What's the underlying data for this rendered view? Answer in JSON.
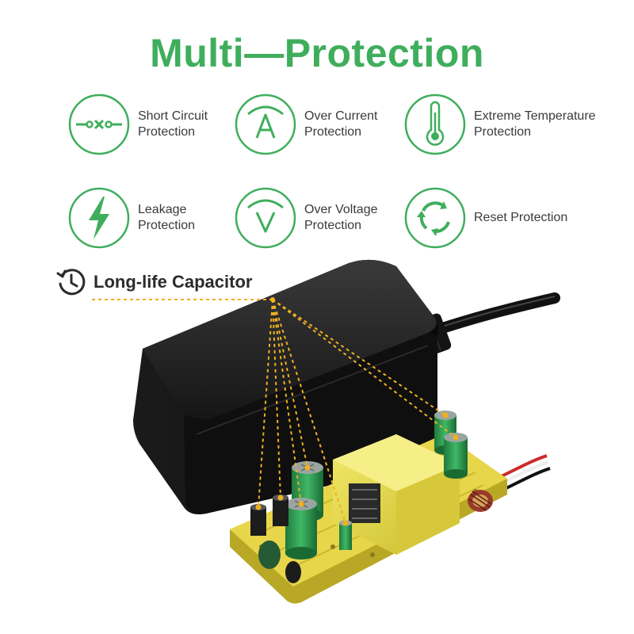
{
  "title": "Multi—Protection",
  "colors": {
    "accent": "#3fae5c",
    "text": "#3a3a3a",
    "pcb": "#e8d64a",
    "capacitor": "#2f8f4e"
  },
  "features": [
    {
      "icon": "short-circuit-icon",
      "label": "Short Circuit\nProtection"
    },
    {
      "icon": "over-current-icon",
      "label": "Over Current\nProtection"
    },
    {
      "icon": "thermometer-icon",
      "label": "Extreme Temperature\nProtection"
    },
    {
      "icon": "lightning-bolt-icon",
      "label": "Leakage\nProtection"
    },
    {
      "icon": "over-voltage-icon",
      "label": "Over Voltage\nProtection"
    },
    {
      "icon": "reset-arrows-icon",
      "label": "Reset Protection"
    }
  ],
  "capacitor": {
    "icon": "clock-history-icon",
    "label": "Long-life Capacitor"
  }
}
